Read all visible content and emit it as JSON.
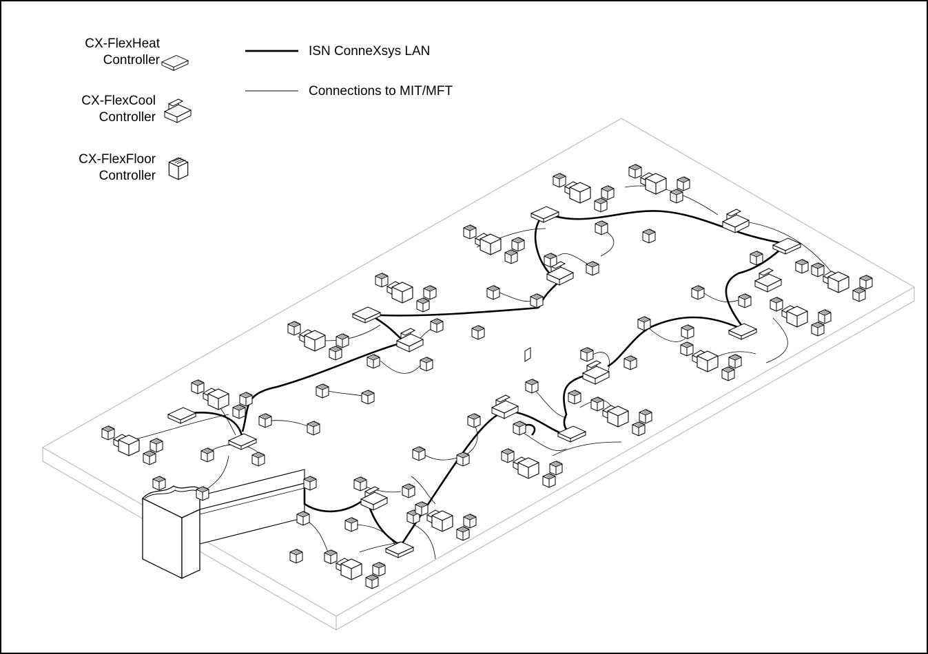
{
  "legend": {
    "controllers": [
      {
        "line1": "CX-FlexHeat",
        "line2": "Controller",
        "icon": "flexheat-controller-icon"
      },
      {
        "line1": "CX-FlexCool",
        "line2": "Controller",
        "icon": "flexcool-controller-icon"
      },
      {
        "line1": "CX-FlexFloor",
        "line2": "Controller",
        "icon": "flexfloor-controller-icon"
      }
    ],
    "lines": [
      {
        "label": "ISN ConneXsys LAN",
        "style": "thick"
      },
      {
        "label": "Connections to MIT/MFT",
        "style": "thin"
      }
    ]
  },
  "colors": {
    "stroke": "#000000",
    "platform": "#bdbdbd",
    "background": "#ffffff"
  }
}
